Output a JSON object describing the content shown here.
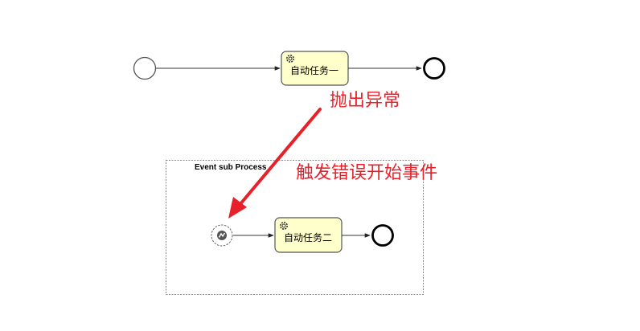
{
  "main_process": {
    "start_event": "start-event",
    "task": {
      "label": "自动任务一",
      "icon": "gear-icon"
    },
    "end_event": "end-event"
  },
  "event_subprocess": {
    "title": "Event sub Process",
    "start_event": {
      "type": "error-start-event",
      "icon": "error-icon"
    },
    "task": {
      "label": "自动任务二",
      "icon": "gear-icon"
    },
    "end_event": "end-event"
  },
  "annotations": {
    "throw_label": "抛出异常",
    "trigger_label": "触发错误开始事件",
    "arrow_color": "#e8202a"
  },
  "colors": {
    "task_fill": "#ffffcc",
    "task_stroke": "#555555",
    "flow_stroke": "#333333"
  }
}
